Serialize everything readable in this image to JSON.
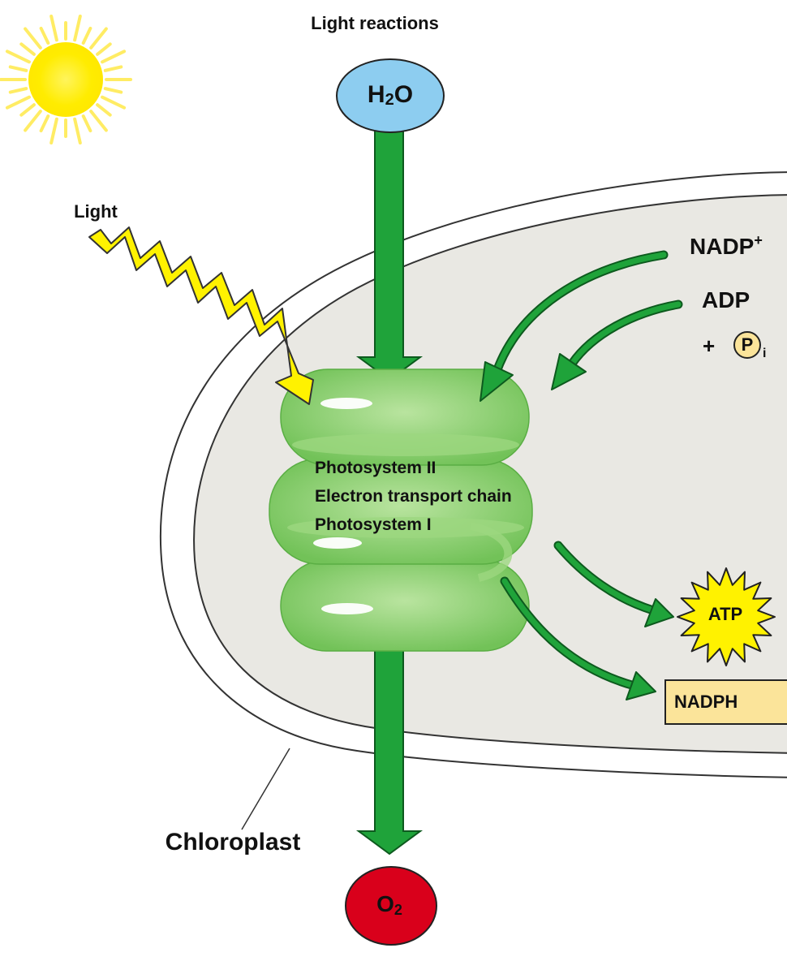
{
  "title": "Light reactions",
  "light_label": "Light",
  "molecules": {
    "water": {
      "main": "H",
      "sub": "2",
      "tail": "O"
    },
    "oxygen": {
      "main": "O",
      "sub": "2"
    },
    "nadp_plus": {
      "main": "NADP",
      "sup": "+"
    },
    "adp": "ADP",
    "pi": {
      "plus": "+",
      "letter": "P",
      "sub": "i"
    },
    "atp": "ATP",
    "nadph": "NADPH"
  },
  "thylakoid": {
    "lines": [
      "Photosystem II",
      "Electron transport chain",
      "Photosystem I"
    ]
  },
  "chloroplast_label": "Chloroplast",
  "colors": {
    "sun": "#FFF200",
    "water": "#8DCDF0",
    "oxygen": "#D9001B",
    "arrow": "#1FA33A",
    "light": "#FFF200",
    "stroma": "#E9E8E3",
    "thylakoid": "#7ECB63",
    "nadph_box": "#FBE49A"
  }
}
